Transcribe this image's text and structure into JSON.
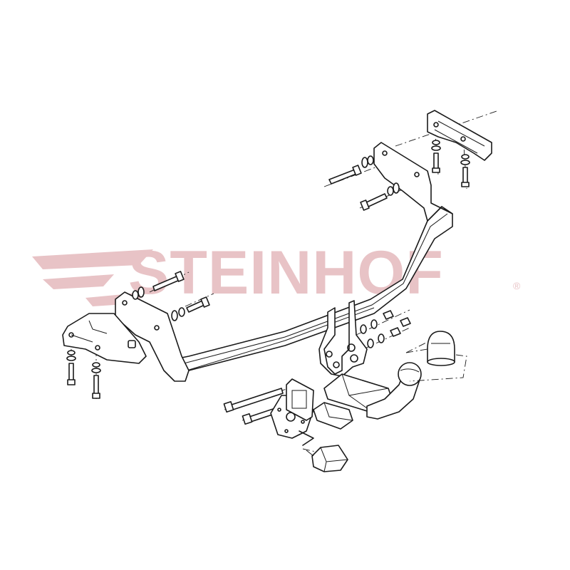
{
  "brand": {
    "name": "STEINHOF",
    "mark": "®",
    "color": "#e8c3c6"
  },
  "diagram": {
    "components": [
      "main-crossbar",
      "left-bracket",
      "right-bracket",
      "mounting-bolts",
      "tow-ball-neck",
      "socket-plate",
      "electric-socket",
      "ball-cover-cap"
    ]
  }
}
